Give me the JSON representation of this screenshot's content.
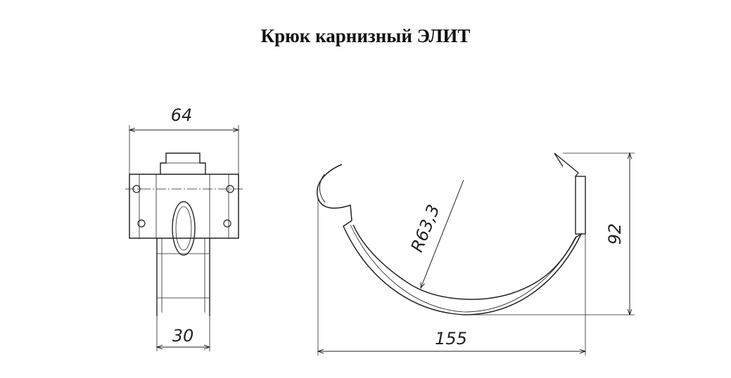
{
  "title": "Крюк карнизный ЭЛИТ",
  "dimensions": {
    "front_width": "64",
    "strap_width": "30",
    "radius": "R63,3",
    "total_width": "155",
    "total_height": "92"
  }
}
